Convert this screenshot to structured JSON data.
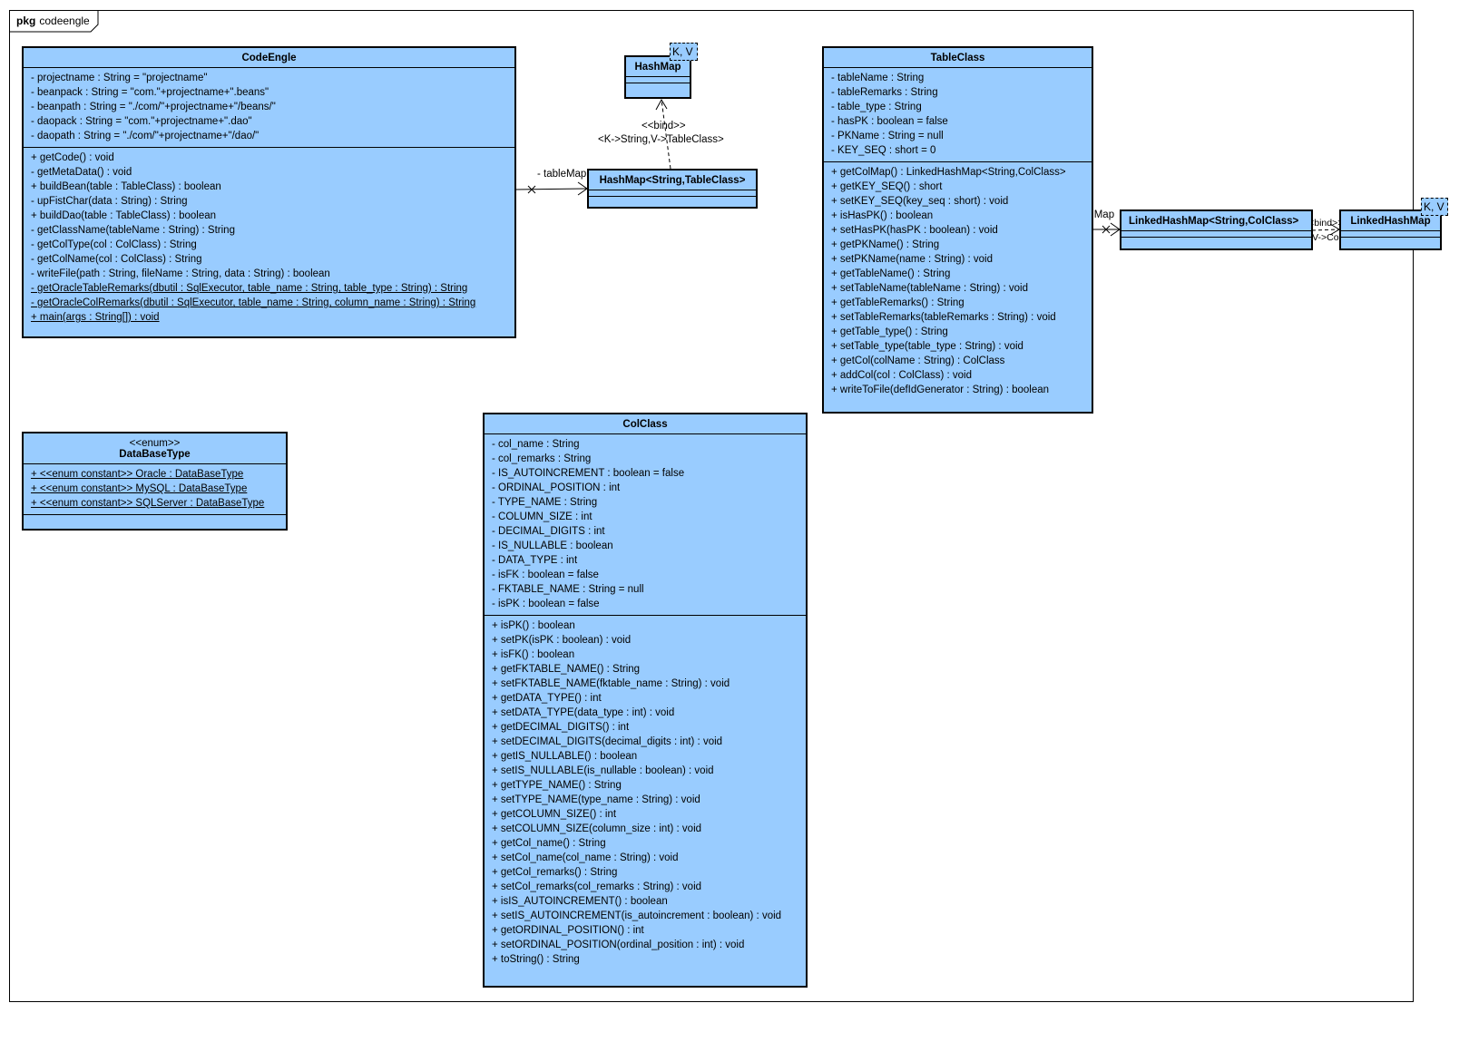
{
  "package": {
    "keyword": "pkg",
    "name": "codeengle"
  },
  "classes": {
    "codeengle": {
      "name": "CodeEngle",
      "attributes": [
        "- projectname : String = \"projectname\"",
        "- beanpack : String = \"com.\"+projectname+\".beans\"",
        "- beanpath : String = \"./com/\"+projectname+\"/beans/\"",
        "- daopack : String = \"com.\"+projectname+\".dao\"",
        "- daopath : String = \"./com/\"+projectname+\"/dao/\""
      ],
      "operations": [
        "+ getCode() : void",
        "- getMetaData() : void",
        "+ buildBean(table : TableClass) : boolean",
        "- upFistChar(data : String) : String",
        "+ buildDao(table : TableClass) : boolean",
        "- getClassName(tableName : String) : String",
        "- getColType(col : ColClass) : String",
        "- getColName(col : ColClass) : String",
        "- writeFile(path : String, fileName : String, data : String) : boolean",
        "- getOracleTableRemarks(dbutil : SqlExecutor, table_name : String, table_type : String) : String",
        "- getOracleColRemarks(dbutil : SqlExecutor, table_name : String, column_name : String) : String",
        "+ main(args : String[]) : void"
      ],
      "static_operations": [
        9,
        10,
        11
      ]
    },
    "hashmap": {
      "name": "HashMap",
      "template_params": "K, V"
    },
    "hashmap_bound": {
      "name": "HashMap<String,TableClass>"
    },
    "tableclass": {
      "name": "TableClass",
      "attributes": [
        "- tableName : String",
        "- tableRemarks : String",
        "- table_type : String",
        "- hasPK : boolean = false",
        "- PKName : String = null",
        "- KEY_SEQ : short = 0"
      ],
      "operations": [
        "+ getColMap() : LinkedHashMap<String,ColClass>",
        "+ getKEY_SEQ() : short",
        "+ setKEY_SEQ(key_seq : short) : void",
        "+ isHasPK() : boolean",
        "+ setHasPK(hasPK : boolean) : void",
        "+ getPKName() : String",
        "+ setPKName(name : String) : void",
        "+ getTableName() : String",
        "+ setTableName(tableName : String) : void",
        "+ getTableRemarks() : String",
        "+ setTableRemarks(tableRemarks : String) : void",
        "+ getTable_type() : String",
        "+ setTable_type(table_type : String) : void",
        "+ getCol(colName : String) : ColClass",
        "+ addCol(col : ColClass) : void",
        "+ writeToFile(defIdGenerator : String) : boolean"
      ]
    },
    "linkedhashmap_bound": {
      "name": "LinkedHashMap<String,ColClass>"
    },
    "linkedhashmap": {
      "name": "LinkedHashMap",
      "template_params": "K, V"
    },
    "databasetype": {
      "stereotype": "<<enum>>",
      "name": "DataBaseType",
      "literals": [
        "+ <<enum constant>> Oracle : DataBaseType",
        "+ <<enum constant>> MySQL : DataBaseType",
        "+ <<enum constant>> SQLServer : DataBaseType"
      ]
    },
    "colclass": {
      "name": "ColClass",
      "attributes": [
        "- col_name : String",
        "- col_remarks : String",
        "- IS_AUTOINCREMENT : boolean = false",
        "- ORDINAL_POSITION : int",
        "- TYPE_NAME : String",
        "- COLUMN_SIZE : int",
        "- DECIMAL_DIGITS : int",
        "- IS_NULLABLE : boolean",
        "- DATA_TYPE : int",
        "- isFK : boolean = false",
        "- FKTABLE_NAME : String = null",
        "- isPK : boolean = false"
      ],
      "operations": [
        "+ isPK() : boolean",
        "+ setPK(isPK : boolean) : void",
        "+ isFK() : boolean",
        "+ getFKTABLE_NAME() : String",
        "+ setFKTABLE_NAME(fktable_name : String) : void",
        "+ getDATA_TYPE() : int",
        "+ setDATA_TYPE(data_type : int) : void",
        "+ getDECIMAL_DIGITS() : int",
        "+ setDECIMAL_DIGITS(decimal_digits : int) : void",
        "+ getIS_NULLABLE() : boolean",
        "+ setIS_NULLABLE(is_nullable : boolean) : void",
        "+ getTYPE_NAME() : String",
        "+ setTYPE_NAME(type_name : String) : void",
        "+ getCOLUMN_SIZE() : int",
        "+ setCOLUMN_SIZE(column_size : int) : void",
        "+ getCol_name() : String",
        "+ setCol_name(col_name : String) : void",
        "+ getCol_remarks() : String",
        "+ setCol_remarks(col_remarks : String) : void",
        "+ isIS_AUTOINCREMENT() : boolean",
        "+ setIS_AUTOINCREMENT(is_autoincrement : boolean) : void",
        "+ getORDINAL_POSITION() : int",
        "+ setORDINAL_POSITION(ordinal_position : int) : void",
        "+ toString() : String"
      ]
    }
  },
  "relations": {
    "tablemap_role": "- tableMap",
    "colmap_role": "- colMap",
    "bind1_stereotype": "<<bind>>",
    "bind1_params": "<K->String,V->TableClass>",
    "bind2_stereotype": "<<bind>>",
    "bind2_params": "<K->String,V->ColClass>"
  }
}
